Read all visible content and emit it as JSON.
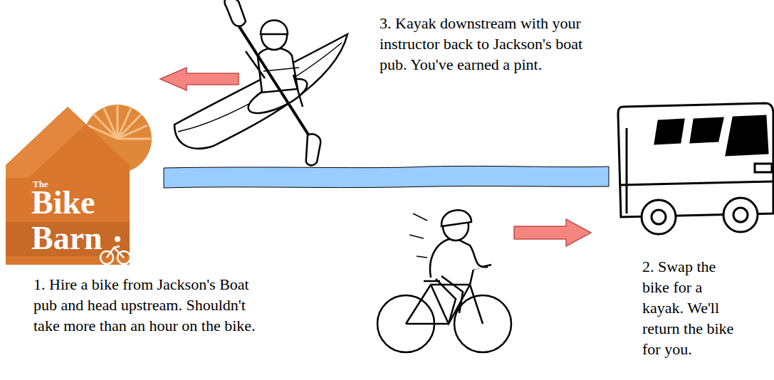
{
  "diagram": {
    "nodes": [
      {
        "text": [
          "The",
          "Bike Barn"
        ]
      }
    ],
    "labels": [
      "1. Hire a bike from Jackson's Boat pub and head upstream. Shouldn't take more than an hour on the bike.",
      "2. Swap the bike for a kayak. We'll return the bike for you.",
      "3. Kayak downstream with your instructor back to Jackson's boat pub. You've earned a pint."
    ]
  }
}
